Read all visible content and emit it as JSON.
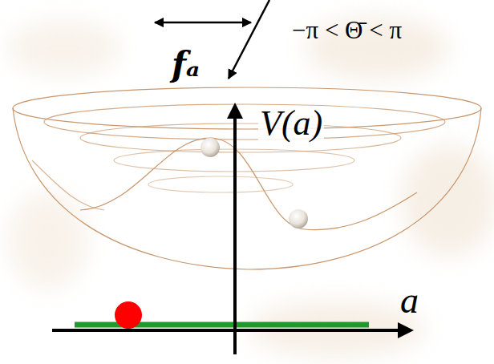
{
  "diagram": {
    "labels": [
      "−π < Θ̄ < π",
      "fₐ",
      "V(a)",
      "a"
    ]
  }
}
